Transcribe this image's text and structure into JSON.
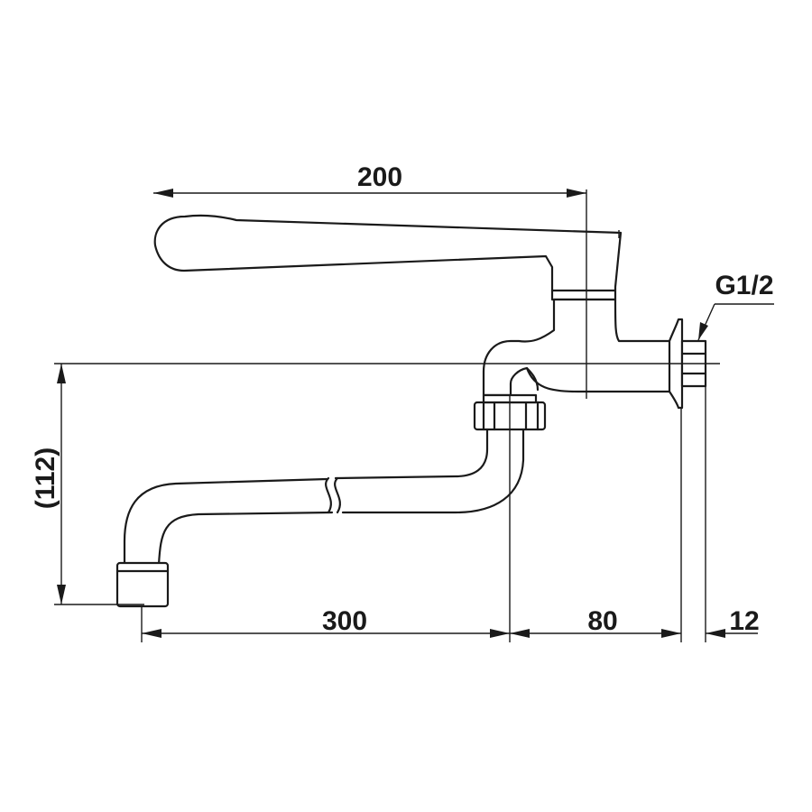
{
  "diagram": {
    "line_color": "#1a1a1a",
    "background": "#ffffff",
    "dimensions": {
      "handle_length": "200",
      "spout_height": "(112)",
      "spout_reach": "300",
      "body_offset": "80",
      "wall_plate": "12",
      "thread": "G1/2"
    }
  }
}
